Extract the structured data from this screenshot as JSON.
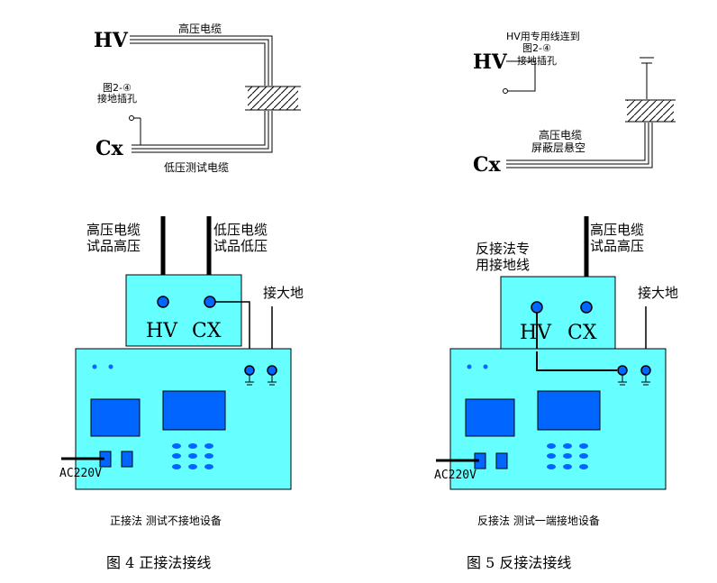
{
  "top_left": {
    "hv_label": "HV",
    "cx_label": "Cx",
    "hv_cable": "高压电缆",
    "lv_cable": "低压测试电缆",
    "ground_ref_line1": "图2-④",
    "ground_ref_line2": "接地插孔"
  },
  "top_right": {
    "hv_label": "HV",
    "cx_label": "Cx",
    "note_line1": "HV用专用线连到",
    "note_line2": "图2-④",
    "note_line3": "接地插孔",
    "shield_line1": "高压电缆",
    "shield_line2": "屏蔽层悬空"
  },
  "fig4": {
    "hv_cable_line1": "高压电缆",
    "hv_cable_line2": "试品高压",
    "lv_cable_line1": "低压电缆",
    "lv_cable_line2": "试品低压",
    "ground_label": "接大地",
    "hv_port": "HV",
    "cx_port": "CX",
    "ac_label": "AC220V",
    "method": "正接法 测试不接地设备",
    "caption": "图 4 正接法接线"
  },
  "fig5": {
    "hv_cable_line1": "高压电缆",
    "hv_cable_line2": "试品高压",
    "reverse_line1": "反接法专",
    "reverse_line2": "用接地线",
    "ground_label": "接大地",
    "hv_port": "HV",
    "cx_port": "CX",
    "ac_label": "AC220V",
    "method": "反接法 测试一端接地设备",
    "caption": "图 5 反接法接线"
  },
  "colors": {
    "device_fill": "#66ffff",
    "display_fill": "#0066ff",
    "terminal_fill": "#0066ff",
    "line": "#000000"
  }
}
